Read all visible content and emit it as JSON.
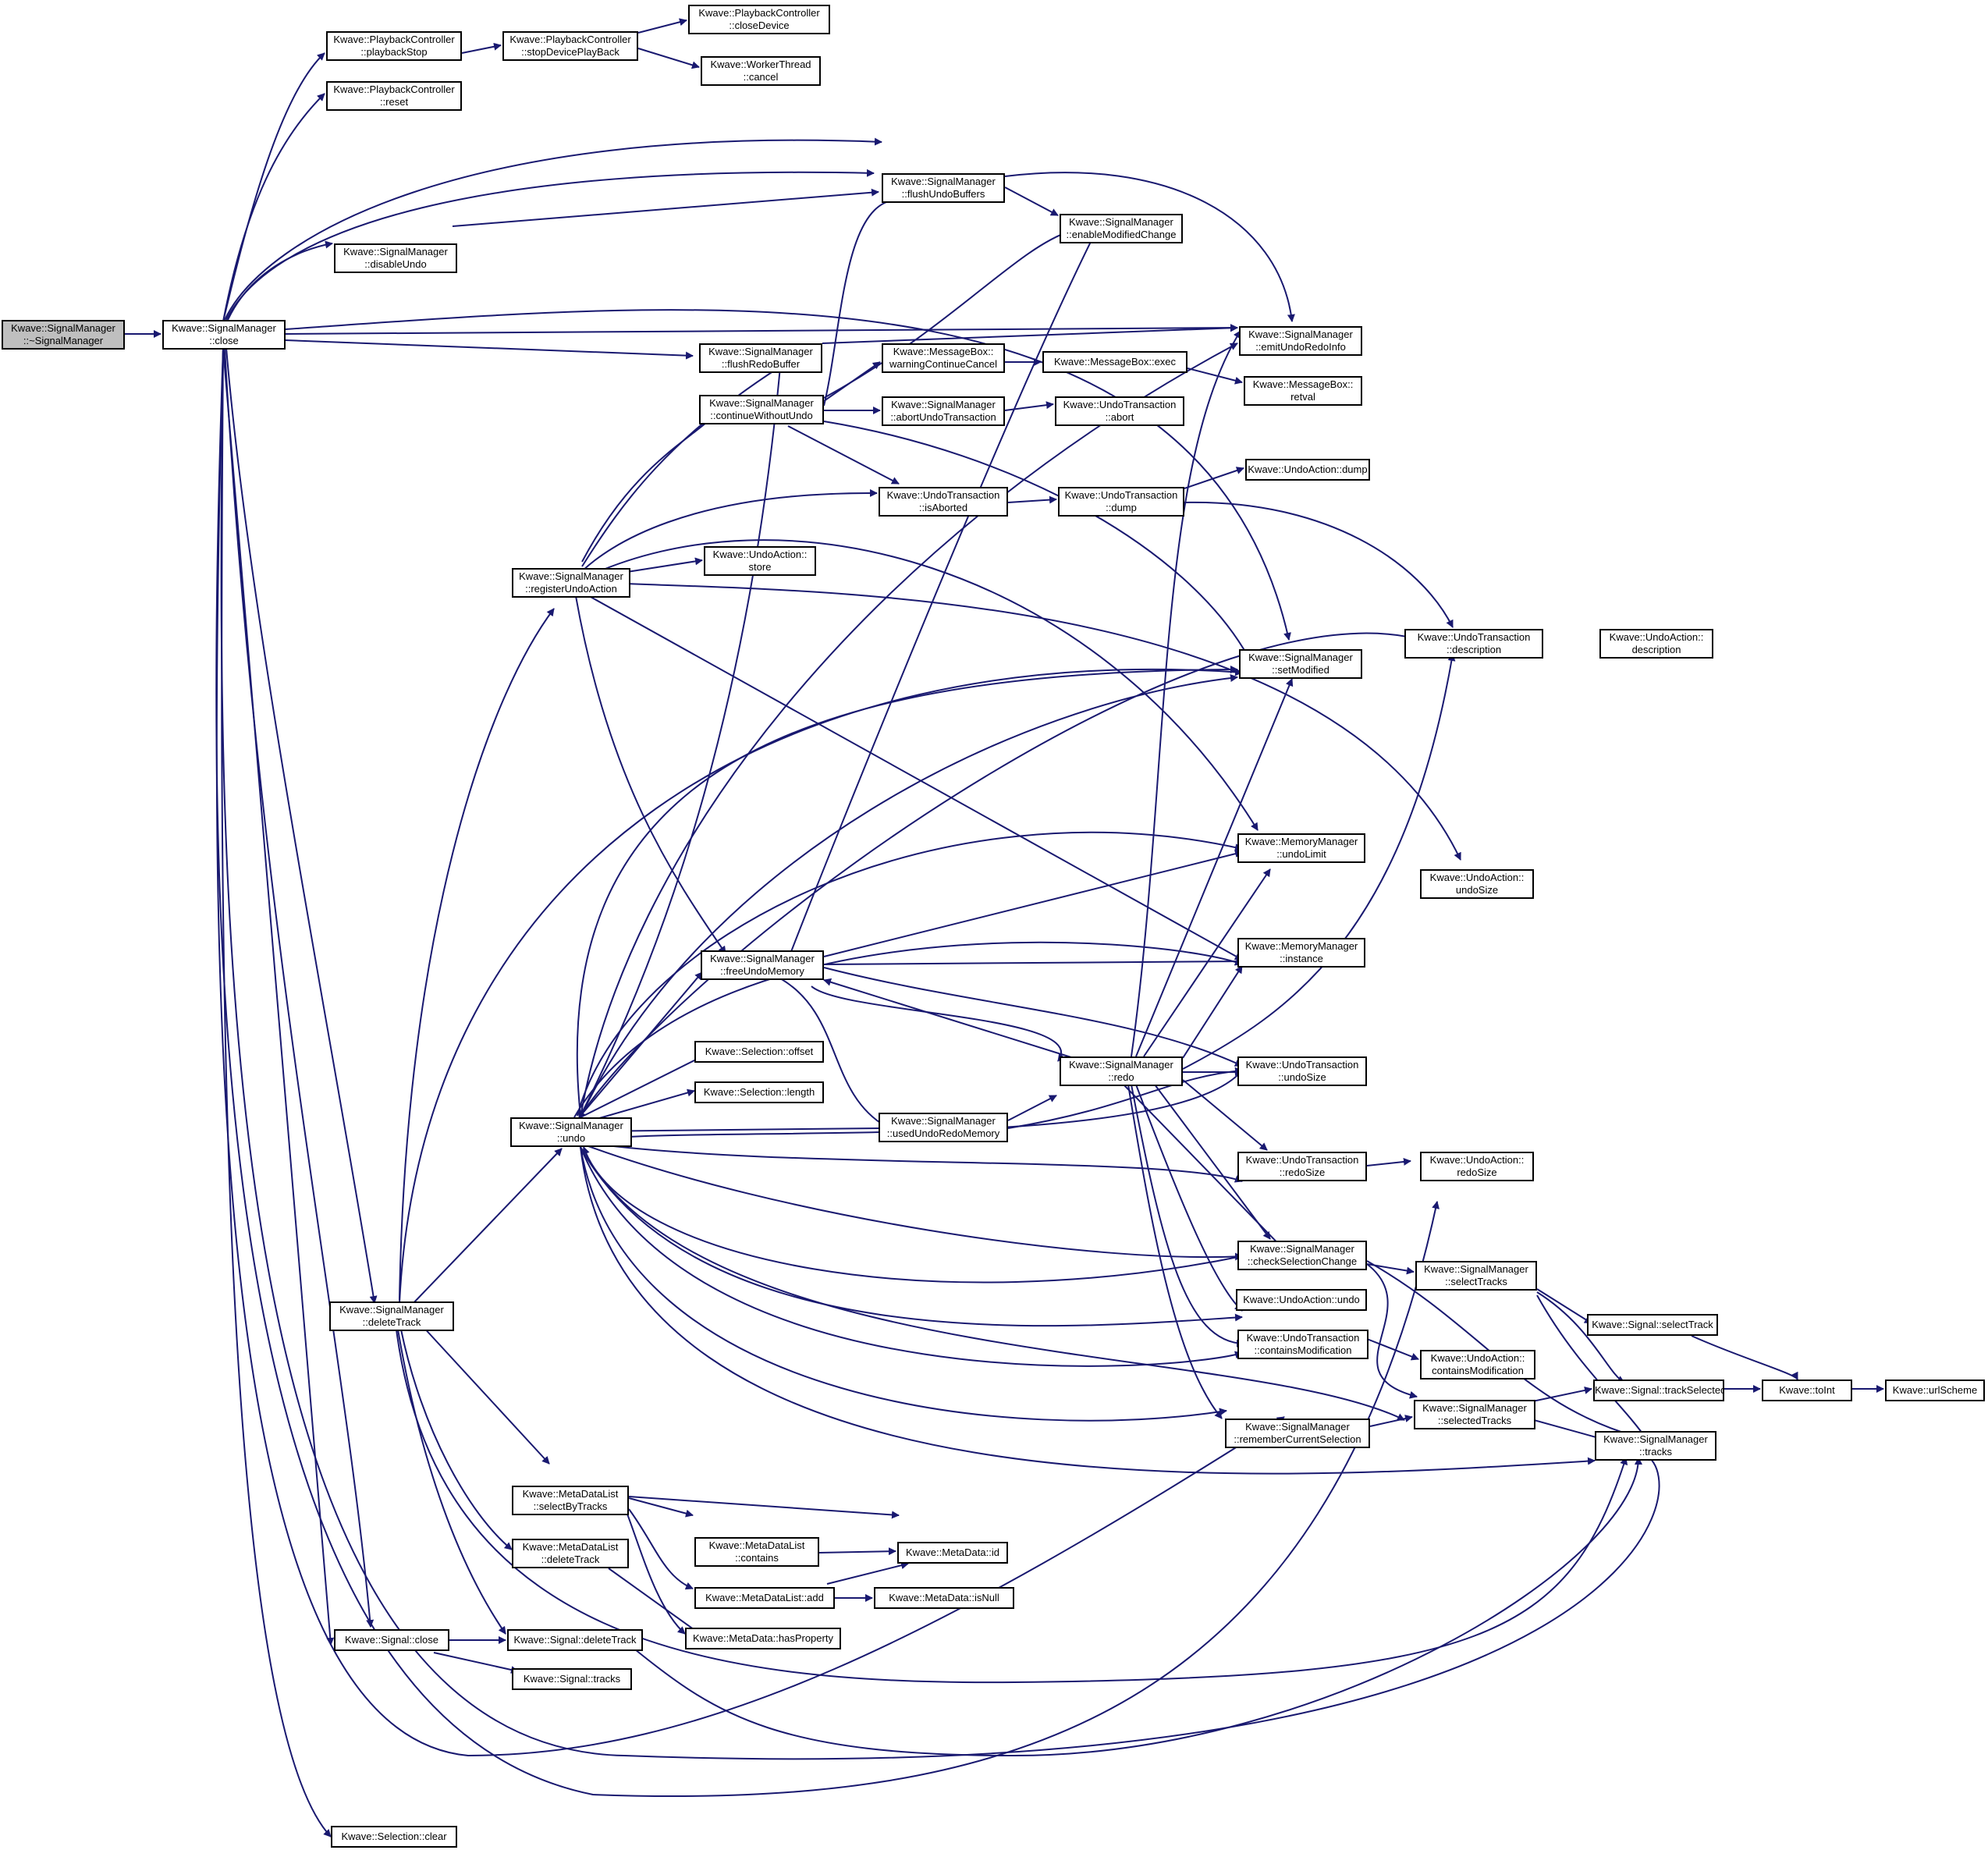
{
  "colors": {
    "edge": "#191970",
    "root_fill": "#bfbfbf",
    "node_fill": "#ffffff",
    "border": "#000000"
  },
  "nodes": {
    "n00": [
      "Kwave::SignalManager",
      "::~SignalManager"
    ],
    "n01": [
      "Kwave::SignalManager",
      "::close"
    ],
    "n02": [
      "Kwave::PlaybackController",
      "::playbackStop"
    ],
    "n03": [
      "Kwave::PlaybackController",
      "::reset"
    ],
    "n04": [
      "Kwave::PlaybackController",
      "::stopDevicePlayBack"
    ],
    "n05": [
      "Kwave::PlaybackController",
      "::closeDevice"
    ],
    "n06": [
      "Kwave::WorkerThread",
      "::cancel"
    ],
    "n07": [
      "Kwave::SignalManager",
      "::flushUndoBuffers"
    ],
    "n08": [
      "Kwave::SignalManager",
      "::enableModifiedChange"
    ],
    "n09": [
      "Kwave::SignalManager",
      "::disableUndo"
    ],
    "n10": [
      "Kwave::SignalManager",
      "::emitUndoRedoInfo"
    ],
    "n11": [
      "Kwave::SignalManager",
      "::flushRedoBuffer"
    ],
    "n12": [
      "Kwave::MessageBox::",
      "warningContinueCancel"
    ],
    "n13": [
      "Kwave::MessageBox::exec"
    ],
    "n14": [
      "Kwave::MessageBox::",
      "retval"
    ],
    "n15": [
      "Kwave::SignalManager",
      "::continueWithoutUndo"
    ],
    "n16": [
      "Kwave::SignalManager",
      "::abortUndoTransaction"
    ],
    "n17": [
      "Kwave::UndoTransaction",
      "::abort"
    ],
    "n18": [
      "Kwave::UndoAction::dump"
    ],
    "n19": [
      "Kwave::UndoTransaction",
      "::isAborted"
    ],
    "n20": [
      "Kwave::UndoTransaction",
      "::dump"
    ],
    "n21": [
      "Kwave::SignalManager",
      "::registerUndoAction"
    ],
    "n22": [
      "Kwave::UndoAction::",
      "store"
    ],
    "n23": [
      "Kwave::UndoTransaction",
      "::description"
    ],
    "n24": [
      "Kwave::UndoAction::",
      "description"
    ],
    "n25": [
      "Kwave::SignalManager",
      "::setModified"
    ],
    "n26": [
      "Kwave::MemoryManager",
      "::undoLimit"
    ],
    "n27": [
      "Kwave::UndoAction::",
      "undoSize"
    ],
    "n28": [
      "Kwave::SignalManager",
      "::freeUndoMemory"
    ],
    "n29": [
      "Kwave::MemoryManager",
      "::instance"
    ],
    "n30": [
      "Kwave::Selection::offset"
    ],
    "n31": [
      "Kwave::SignalManager",
      "::redo"
    ],
    "n32": [
      "Kwave::UndoTransaction",
      "::undoSize"
    ],
    "n33": [
      "Kwave::Selection::length"
    ],
    "n34": [
      "Kwave::SignalManager",
      "::undo"
    ],
    "n35": [
      "Kwave::SignalManager",
      "::usedUndoRedoMemory"
    ],
    "n36": [
      "Kwave::UndoTransaction",
      "::redoSize"
    ],
    "n37": [
      "Kwave::UndoAction::",
      "redoSize"
    ],
    "n38": [
      "Kwave::SignalManager",
      "::checkSelectionChange"
    ],
    "n39": [
      "Kwave::SignalManager",
      "::selectTracks"
    ],
    "n40": [
      "Kwave::SignalManager",
      "::deleteTrack"
    ],
    "n41": [
      "Kwave::Signal::selectTrack"
    ],
    "n42": [
      "Kwave::UndoAction::undo"
    ],
    "n43": [
      "Kwave::UndoTransaction",
      "::containsModification"
    ],
    "n44": [
      "Kwave::UndoAction::",
      "containsModification"
    ],
    "n45": [
      "Kwave::Signal::trackSelected"
    ],
    "n46": [
      "Kwave::toInt"
    ],
    "n47": [
      "Kwave::urlScheme"
    ],
    "n48": [
      "Kwave::SignalManager",
      "::selectedTracks"
    ],
    "n49": [
      "Kwave::SignalManager",
      "::rememberCurrentSelection"
    ],
    "n50": [
      "Kwave::SignalManager",
      "::tracks"
    ],
    "n51": [
      "Kwave::MetaDataList",
      "::selectByTracks"
    ],
    "n52": [
      "Kwave::MetaDataList",
      "::contains"
    ],
    "n53": [
      "Kwave::MetaData::id"
    ],
    "n54": [
      "Kwave::MetaDataList",
      "::deleteTrack"
    ],
    "n55": [
      "Kwave::MetaDataList::add"
    ],
    "n56": [
      "Kwave::MetaData::isNull"
    ],
    "n57": [
      "Kwave::Signal::close"
    ],
    "n58": [
      "Kwave::Signal::deleteTrack"
    ],
    "n59": [
      "Kwave::MetaData::hasProperty"
    ],
    "n60": [
      "Kwave::Signal::tracks"
    ],
    "n61": [
      "Kwave::Selection::clear"
    ]
  }
}
